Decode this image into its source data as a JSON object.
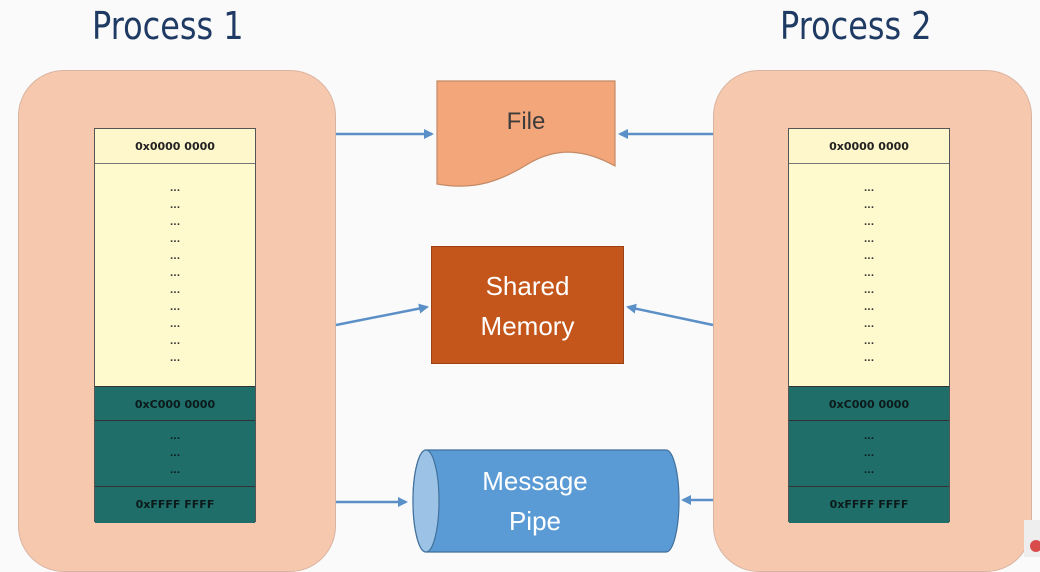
{
  "titles": {
    "process1": "Process 1",
    "process2": "Process 2"
  },
  "process_memory": {
    "top_address": "0x0000 0000",
    "kernel_address": "0xC000 0000",
    "end_address": "0xFFFF FFFF",
    "ellipsis": "..."
  },
  "ipc": {
    "file": "File",
    "shared_memory": [
      "Shared",
      "Memory"
    ],
    "message_pipe": [
      "Message",
      "Pipe"
    ]
  },
  "colors": {
    "process_bg": "#f6c8ae",
    "user_space": "#fffacd",
    "kernel_space": "#1f6e6a",
    "file": "#f3a67a",
    "shared_memory": "#c4561b",
    "message_pipe": "#5b9bd5",
    "arrow": "#5b8fc7",
    "title": "#1f3b63"
  }
}
